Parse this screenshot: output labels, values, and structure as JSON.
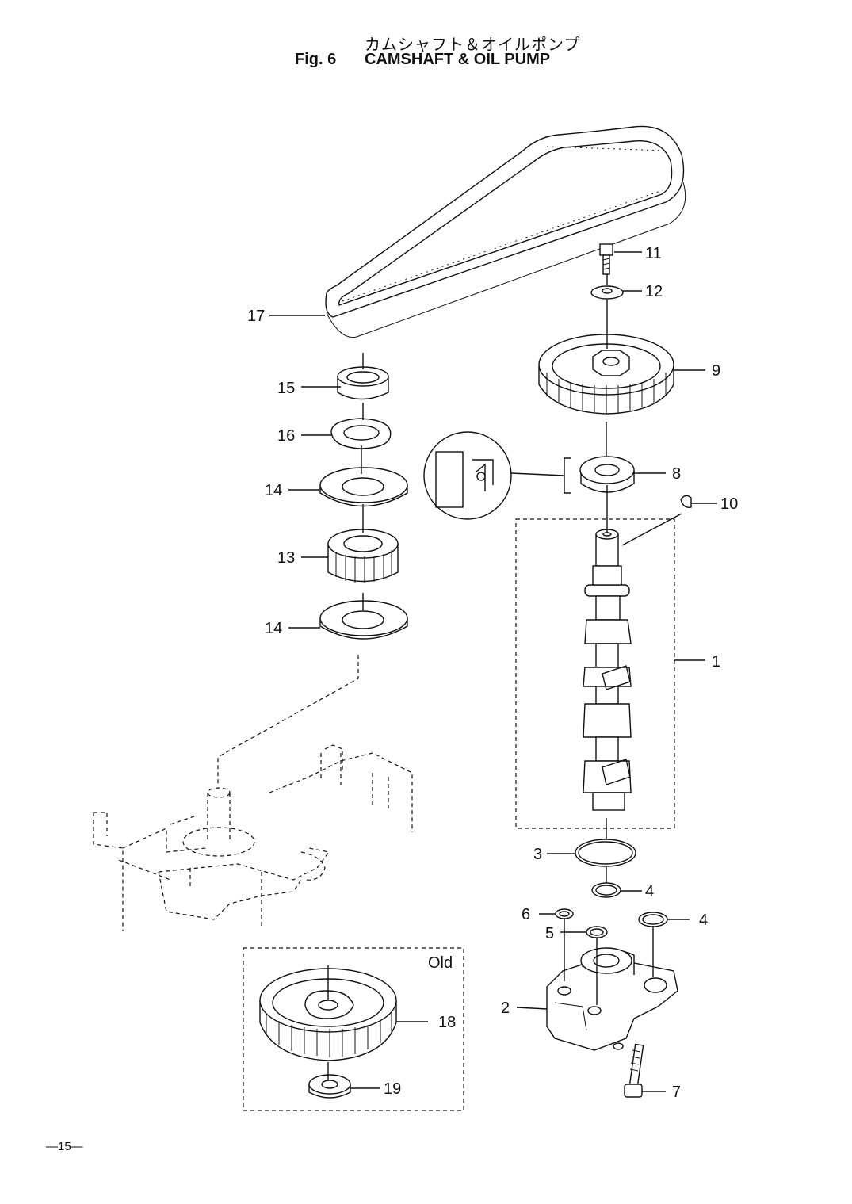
{
  "header": {
    "title_jp": "カムシャフト＆オイルポンプ",
    "fig_label": "Fig. 6",
    "title_en": "CAMSHAFT & OIL PUMP"
  },
  "callouts": {
    "c1": "1",
    "c2": "2",
    "c3": "3",
    "c4a": "4",
    "c4b": "4",
    "c5": "5",
    "c6": "6",
    "c7": "7",
    "c8": "8",
    "c9": "9",
    "c10": "10",
    "c11": "11",
    "c12": "12",
    "c13": "13",
    "c14a": "14",
    "c14b": "14",
    "c15": "15",
    "c16": "16",
    "c17": "17",
    "c18": "18",
    "c19": "19"
  },
  "old_box_label": "Old",
  "page_number": "—15—"
}
